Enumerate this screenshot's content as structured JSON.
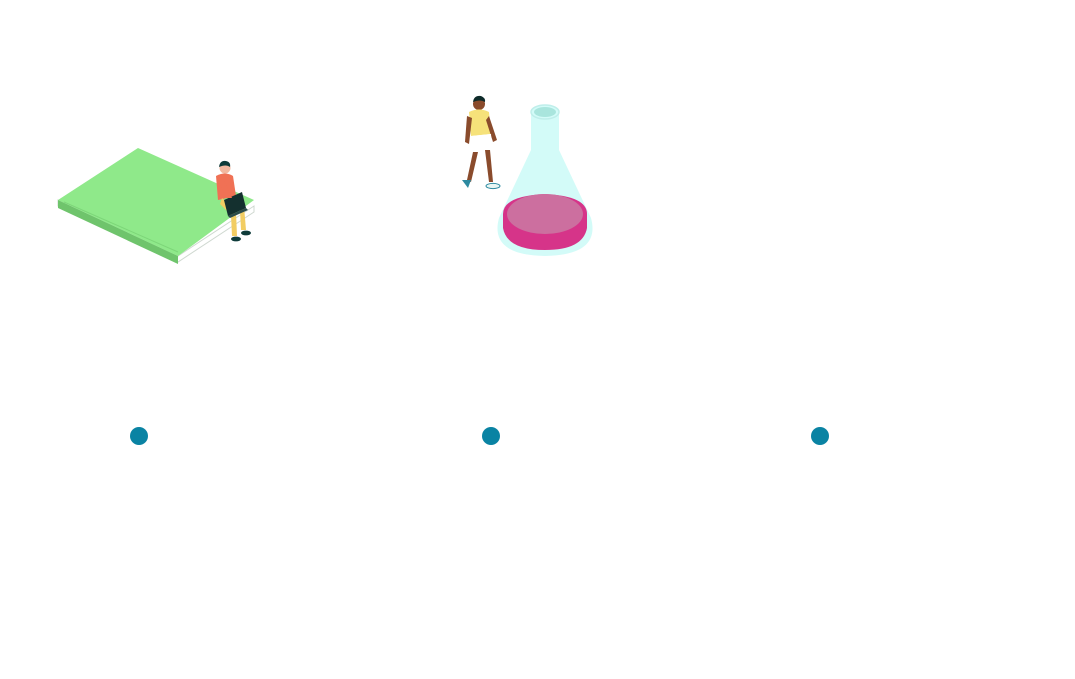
{
  "colors": {
    "step_dot": "#0a83a3",
    "book_cover": "#8fe98a",
    "book_spine": "#6fc46c",
    "flask_glass": "#d3fbf8",
    "flask_liquid": "#d63489",
    "flask_liquid_top": "#cc6f9f"
  },
  "illustrations": [
    {
      "icon": "book-with-person-laptop-illustration"
    },
    {
      "icon": "flask-with-person-walking-illustration"
    }
  ],
  "steps": [
    {
      "icon": "step-dot"
    },
    {
      "icon": "step-dot"
    },
    {
      "icon": "step-dot"
    }
  ]
}
